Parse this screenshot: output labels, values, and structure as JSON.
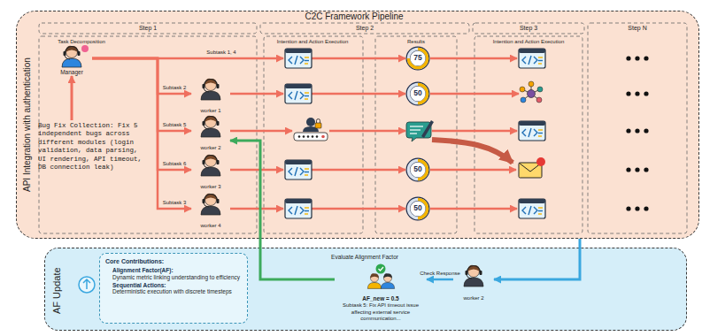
{
  "diagram": {
    "title": "C2C Framework Pipeline",
    "nodes": [
      {
        "text": [
          "API Integration with authentication"
        ]
      },
      {
        "text": [
          "Manager"
        ],
        "in": 0
      },
      {
        "text": [
          "Bug Fix Collection: Fix 5 independent bugs across different modules (login validation, data parsing, UI rendering, API timeout, DB connection leak)"
        ],
        "in": 0
      },
      {
        "text": [
          "worker 1"
        ],
        "in": 0
      },
      {
        "text": [
          "worker 2"
        ],
        "in": 0
      },
      {
        "text": [
          "worker 3"
        ],
        "in": 0
      },
      {
        "text": [
          "worker 4"
        ],
        "in": 0
      },
      {
        "text": [
          "75"
        ],
        "in": 0
      },
      {
        "text": [
          "50"
        ],
        "in": 0
      },
      {
        "text": [
          "50"
        ],
        "in": 0
      },
      {
        "text": [
          "50"
        ],
        "in": 0
      },
      {
        "text": [
          "AF Update"
        ]
      },
      {
        "text": [
          "Core Contributions:",
          "Alignment Factor(AF):",
          "Dynamic metric linking understanding to efficiency",
          "Sequential Actions:",
          "Deterministic execution with discrete timesteps"
        ],
        "in": 11
      },
      {
        "text": [
          "AF_new = 0.5",
          "Subtask 5: Fix API timeout issue affecting external service communication..."
        ],
        "in": 11
      },
      {
        "text": [
          "worker 2"
        ],
        "in": 11
      }
    ],
    "edges": [
      {
        "from": 2,
        "to": 1,
        "arrow": "to"
      },
      {
        "from": 1,
        "to": 3,
        "label": "Subtask 2",
        "arrow": "to"
      },
      {
        "from": 1,
        "to": 4,
        "label": "Subtask 5",
        "arrow": "to"
      },
      {
        "from": 1,
        "to": 5,
        "label": "Subtask 6",
        "arrow": "to"
      },
      {
        "from": 1,
        "to": 6,
        "label": "Subtask 3",
        "arrow": "to"
      },
      {
        "from": 0,
        "to": 14,
        "arrow": "to"
      },
      {
        "from": 14,
        "to": 13,
        "label": "Check Response",
        "arrow": "to"
      },
      {
        "from": 13,
        "to": 4,
        "arrow": "to"
      }
    ],
    "labels": [
      "Step 1",
      "Step 2",
      "Step 3",
      "Step N",
      "Task Decomposition",
      "Intention and Action Execution",
      "Results",
      "Intention and Action Execution",
      "Subtask 1, 4",
      "1",
      "Evaluate Alignment Factor"
    ]
  }
}
